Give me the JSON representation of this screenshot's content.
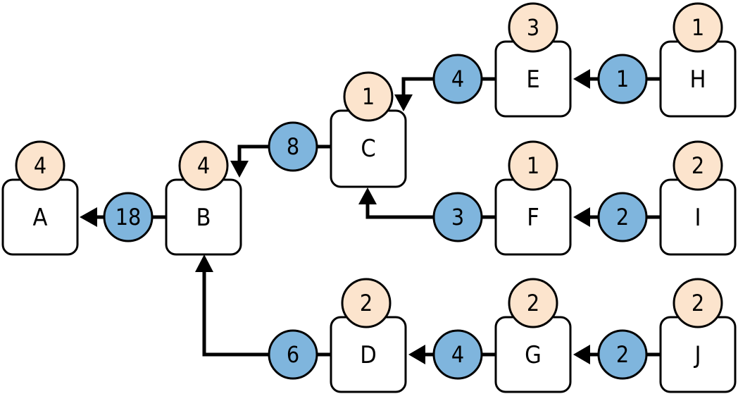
{
  "colors": {
    "weight_fill": "#7fb5dd",
    "count_fill": "#fce4cd",
    "node_fill": "#ffffff",
    "stroke": "#000000"
  },
  "nodes": [
    {
      "id": "A",
      "label": "A",
      "count": "4"
    },
    {
      "id": "B",
      "label": "B",
      "count": "4"
    },
    {
      "id": "C",
      "label": "C",
      "count": "1"
    },
    {
      "id": "D",
      "label": "D",
      "count": "2"
    },
    {
      "id": "E",
      "label": "E",
      "count": "3"
    },
    {
      "id": "F",
      "label": "F",
      "count": "1"
    },
    {
      "id": "G",
      "label": "G",
      "count": "2"
    },
    {
      "id": "H",
      "label": "H",
      "count": "1"
    },
    {
      "id": "I",
      "label": "I",
      "count": "2"
    },
    {
      "id": "J",
      "label": "J",
      "count": "2"
    }
  ],
  "edges": [
    {
      "from": "B",
      "to": "A",
      "weight": "18"
    },
    {
      "from": "C",
      "to": "B",
      "weight": "8"
    },
    {
      "from": "D",
      "to": "B",
      "weight": "6"
    },
    {
      "from": "E",
      "to": "C",
      "weight": "4"
    },
    {
      "from": "F",
      "to": "C",
      "weight": "3"
    },
    {
      "from": "G",
      "to": "D",
      "weight": "4"
    },
    {
      "from": "H",
      "to": "E",
      "weight": "1"
    },
    {
      "from": "I",
      "to": "F",
      "weight": "2"
    },
    {
      "from": "J",
      "to": "G",
      "weight": "2"
    }
  ]
}
